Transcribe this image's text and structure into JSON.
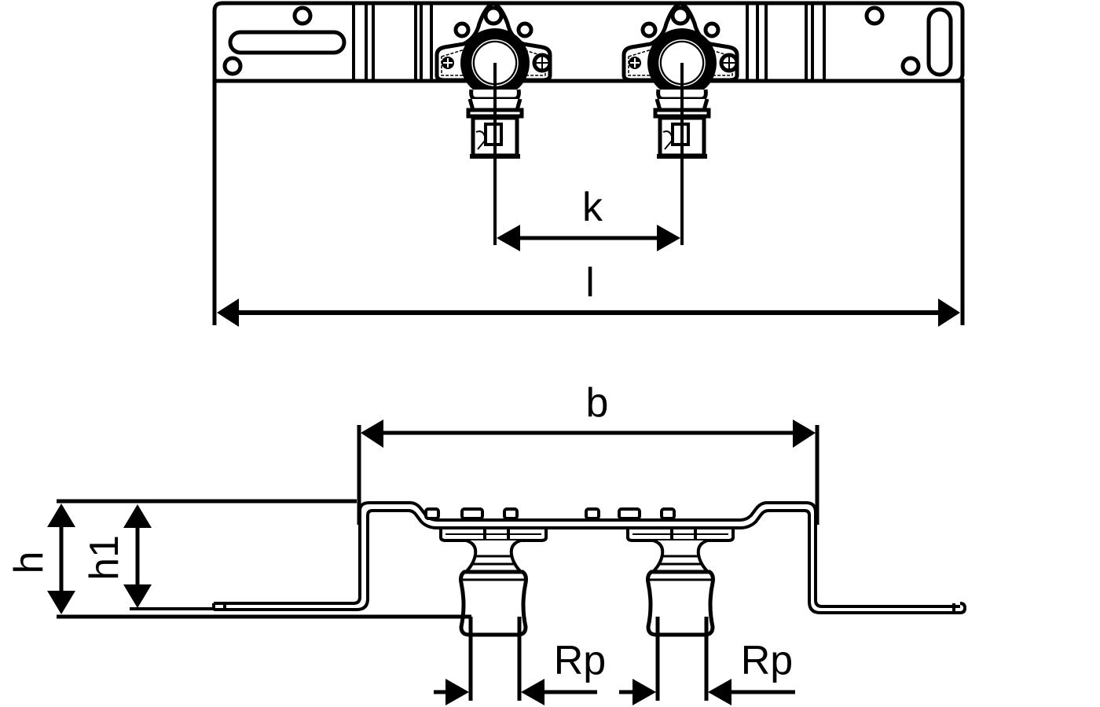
{
  "drawing": {
    "type": "technical-dimension-drawing",
    "views": [
      "top-view",
      "side-view"
    ],
    "line_color": "#000000",
    "background_color": "#ffffff"
  },
  "top_view": {
    "dimensions": {
      "k": {
        "label": "k",
        "meaning": "centre distance between outlets"
      },
      "l": {
        "label": "l",
        "meaning": "overall length of mounting plate"
      }
    },
    "outlets": 2
  },
  "side_view": {
    "dimensions": {
      "b": {
        "label": "b",
        "meaning": "width of raised section"
      },
      "h": {
        "label": "h",
        "meaning": "overall height"
      },
      "h1": {
        "label": "h1",
        "meaning": "height of raised section"
      },
      "rp_left": {
        "label": "Rp",
        "meaning": "thread size left outlet"
      },
      "rp_right": {
        "label": "Rp",
        "meaning": "thread size right outlet"
      }
    }
  }
}
